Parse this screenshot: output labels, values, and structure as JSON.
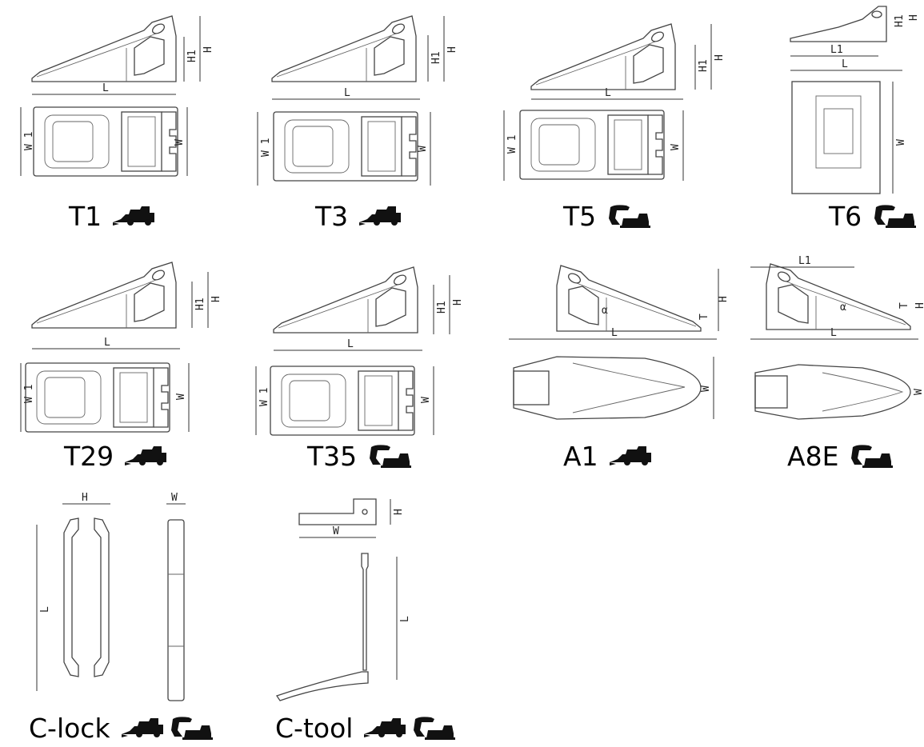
{
  "items": [
    {
      "label": "T1",
      "machines": [
        "loader-icon"
      ]
    },
    {
      "label": "T3",
      "machines": [
        "loader-icon"
      ]
    },
    {
      "label": "T5",
      "machines": [
        "excavator-icon"
      ]
    },
    {
      "label": "T6",
      "machines": [
        "excavator-icon"
      ]
    },
    {
      "label": "T29",
      "machines": [
        "loader-icon"
      ]
    },
    {
      "label": "T35",
      "machines": [
        "excavator-icon"
      ]
    },
    {
      "label": "A1",
      "machines": [
        "loader-icon"
      ]
    },
    {
      "label": "A8E",
      "machines": [
        "excavator-icon"
      ]
    },
    {
      "label": "C-lock",
      "machines": [
        "loader-icon",
        "excavator-icon"
      ]
    },
    {
      "label": "C-tool",
      "machines": [
        "loader-icon",
        "excavator-icon"
      ]
    }
  ],
  "dims": {
    "L": "L",
    "L1": "L1",
    "H": "H",
    "H1": "H1",
    "W": "W",
    "W1": "W 1",
    "T": "T",
    "alpha": "α"
  }
}
